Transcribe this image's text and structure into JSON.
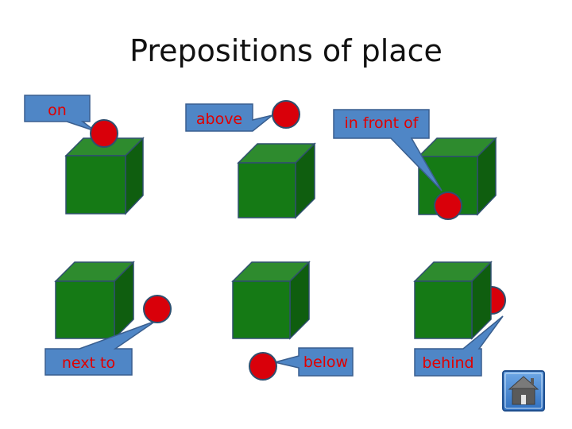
{
  "slide": {
    "title": "Prepositions of place",
    "cube_color": "#1a7a1a",
    "ball_color": "#d9000a",
    "callout_color": "#4f86c6",
    "label_color": "#e00000"
  },
  "labels": {
    "on": "on",
    "above": "above",
    "in_front_of": "in front of",
    "next_to": "next to",
    "below": "below",
    "behind": "behind"
  },
  "icons": {
    "home": "home-icon"
  }
}
